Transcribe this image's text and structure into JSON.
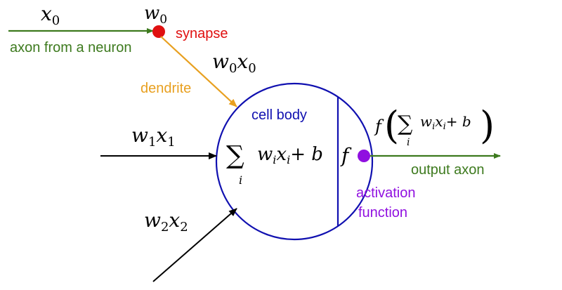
{
  "labels": {
    "x0": "x",
    "x0_sub": "0",
    "w0": "w",
    "w0_sub": "0",
    "synapse": "synapse",
    "axon_from_neuron": "axon from a neuron",
    "w0x0_w": "w",
    "w0x0_w_sub": "0",
    "w0x0_x": "x",
    "w0x0_x_sub": "0",
    "dendrite": "dendrite",
    "cell_body": "cell body",
    "w1x1_w": "w",
    "w1x1_w_sub": "1",
    "w1x1_x": "x",
    "w1x1_x_sub": "1",
    "w2x2_w": "w",
    "w2x2_w_sub": "2",
    "w2x2_x": "x",
    "w2x2_x_sub": "2",
    "sum_symbol": "∑",
    "sum_index": "i",
    "sum_body_w": "w",
    "sum_body_w_sub": "i",
    "sum_body_x": "x",
    "sum_body_x_sub": "i",
    "sum_body_plus_b": "+ b",
    "f_symbol": "f",
    "out_f": "f",
    "out_open_paren": "(",
    "out_sum_symbol": "∑",
    "out_sum_index": "i",
    "out_w": "w",
    "out_w_sub": "i",
    "out_x": "x",
    "out_x_sub": "i",
    "out_plus_b": "+ b",
    "out_close_paren": ")",
    "output_axon": "output axon",
    "activation_line1": "activation",
    "activation_line2": "function"
  },
  "colors": {
    "green": "#3d7a1e",
    "red": "#e01010",
    "orange": "#e8a020",
    "blue": "#1010b0",
    "purple": "#9010e0",
    "black": "#000000"
  }
}
